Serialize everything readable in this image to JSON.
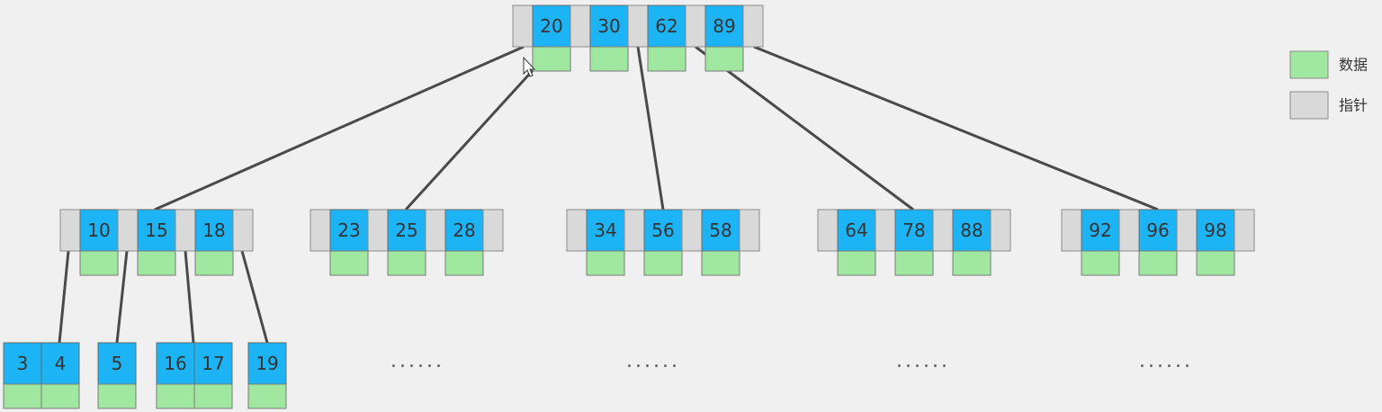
{
  "root": {
    "keys": [
      "20",
      "30",
      "62",
      "89"
    ]
  },
  "level2": [
    {
      "keys": [
        "10",
        "15",
        "18"
      ]
    },
    {
      "keys": [
        "23",
        "25",
        "28"
      ]
    },
    {
      "keys": [
        "34",
        "56",
        "58"
      ]
    },
    {
      "keys": [
        "64",
        "78",
        "88"
      ]
    },
    {
      "keys": [
        "92",
        "96",
        "98"
      ]
    }
  ],
  "leaves": [
    {
      "keys": [
        "3",
        "4"
      ]
    },
    {
      "keys": [
        "5"
      ]
    },
    {
      "keys": [
        "16",
        "17"
      ]
    },
    {
      "keys": [
        "19"
      ]
    }
  ],
  "ellipses": [
    "......",
    "......",
    "......",
    "......"
  ],
  "legend": [
    {
      "label": "数据",
      "type": "data",
      "color": "#a0e8a0"
    },
    {
      "label": "指针",
      "type": "pointer",
      "color": "#d9d9d9"
    }
  ],
  "colors": {
    "key": "#1cb4f5",
    "data": "#a0e8a0",
    "pointer": "#d9d9d9",
    "edge": "#4a4a4a"
  }
}
